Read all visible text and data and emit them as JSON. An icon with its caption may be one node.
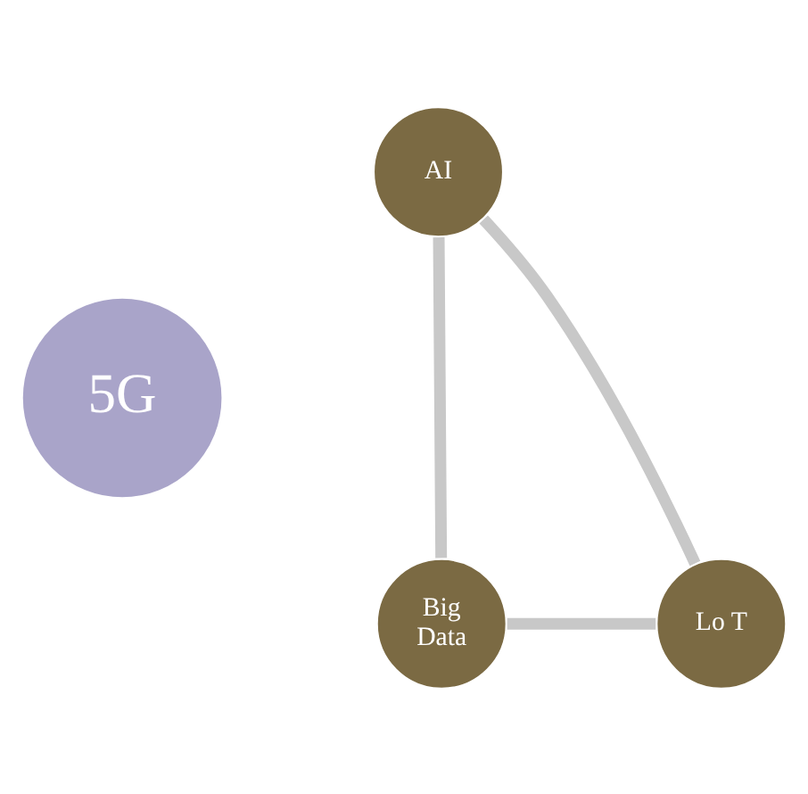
{
  "diagram": {
    "nodes": [
      {
        "text": [
          "AI"
        ]
      },
      {
        "text": [
          "5G"
        ]
      },
      {
        "text": [
          "Lo T"
        ]
      },
      {
        "text": [
          "Big Data"
        ]
      }
    ],
    "edges": [
      {
        "from": 0,
        "to": 3,
        "arrow": "none",
        "color": "#c8c8c8"
      },
      {
        "from": 3,
        "to": 2,
        "arrow": "none",
        "color": "#c8c8c8"
      },
      {
        "from": 2,
        "to": 0,
        "arrow": "none",
        "color": "#c8c8c8"
      }
    ]
  }
}
